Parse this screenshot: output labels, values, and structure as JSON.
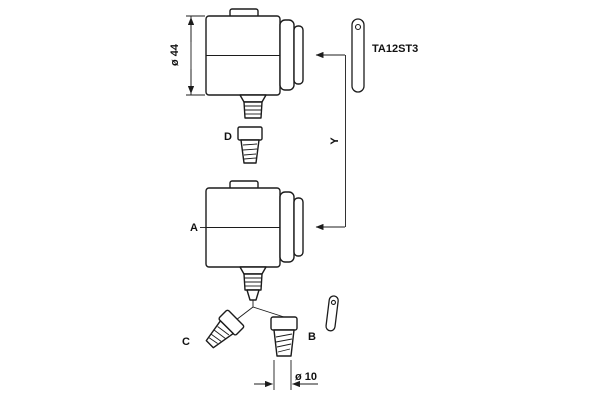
{
  "page": {
    "background": "#ffffff"
  },
  "diagram": {
    "stroke_color": "#1c1c1c",
    "labels": {
      "dim_top_diameter": "ø 44",
      "model_code": "TA12ST3",
      "dim_vertical": "Y",
      "part_d": "D",
      "part_a": "A",
      "part_c": "C",
      "part_b": "B",
      "dim_bottom_diameter": "ø 10"
    }
  }
}
